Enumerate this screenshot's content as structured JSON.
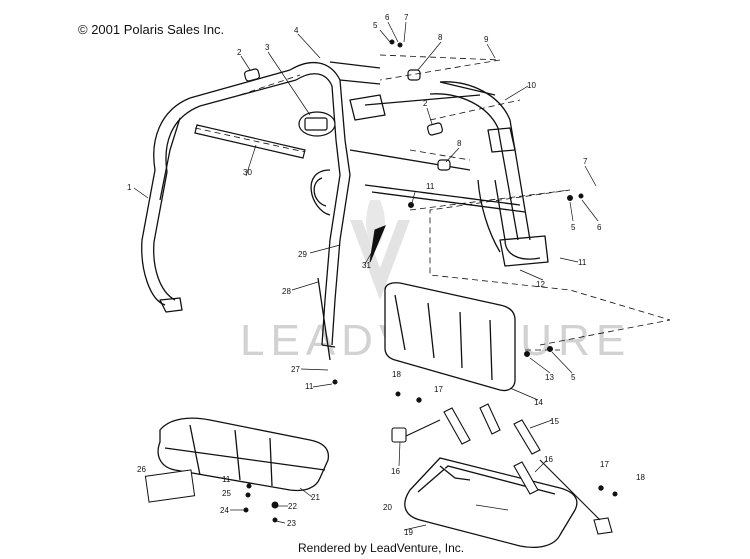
{
  "header": {
    "copyright": "© 2001 Polaris Sales Inc."
  },
  "footer": {
    "rendered_by": "Rendered by LeadVenture, Inc."
  },
  "watermark": {
    "text": "LEADVENTURE"
  },
  "callouts": [
    "1",
    "2",
    "3",
    "4",
    "5",
    "6",
    "7",
    "8",
    "9",
    "10",
    "2",
    "8",
    "5",
    "6",
    "7",
    "11",
    "11",
    "12",
    "13",
    "5",
    "14",
    "15",
    "16",
    "16",
    "17",
    "17",
    "18",
    "18",
    "19",
    "20",
    "21",
    "22",
    "23",
    "24",
    "25",
    "26",
    "27",
    "28",
    "29",
    "30",
    "31",
    "11",
    "11"
  ]
}
